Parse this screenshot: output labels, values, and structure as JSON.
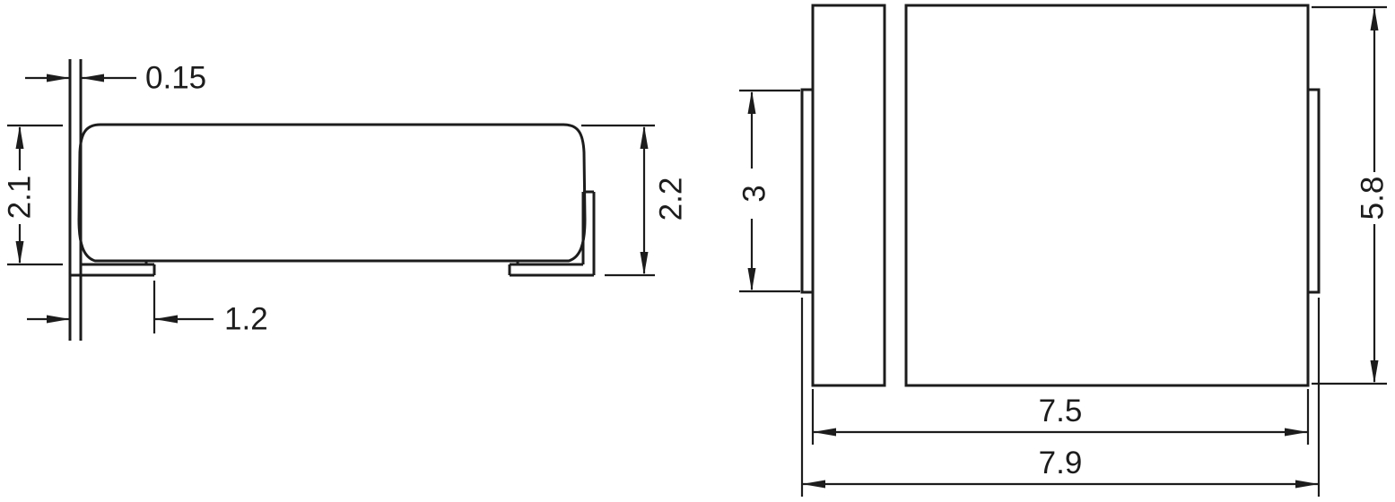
{
  "drawing_type": "package-outline-dimension-drawing",
  "side_view": {
    "dimensions": {
      "lead_thickness": "0.15",
      "body_height": "2.1",
      "overall_height": "2.2",
      "lead_foot_length": "1.2"
    }
  },
  "front_view": {
    "dimensions": {
      "terminal_height": "3",
      "overall_height": "5.8",
      "body_width": "7.5",
      "overall_width": "7.9"
    }
  },
  "colors": {
    "line": "#1c1c1c",
    "background": "#ffffff"
  }
}
